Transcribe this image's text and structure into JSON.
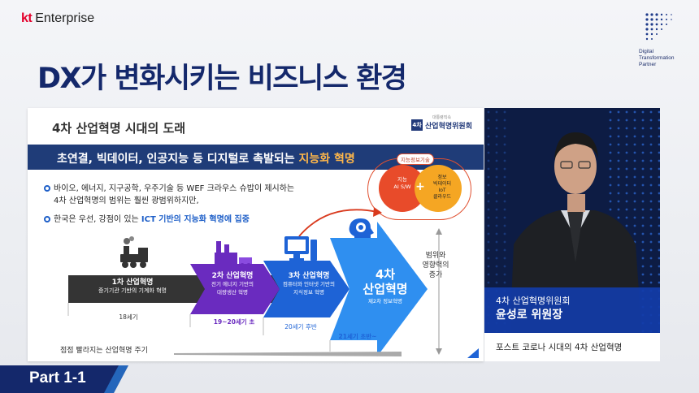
{
  "header": {
    "logo_kt": "kt",
    "logo_enterprise": "Enterprise",
    "brand_lines": [
      "Digital",
      "Transformation",
      "Partner"
    ],
    "title": "DX가 변화시키는 비즈니스 환경"
  },
  "slide": {
    "heading": "4차 산업혁명 시대의 도래",
    "org_badge": "4차",
    "org_sub": "대통령직속",
    "org_name": "산업혁명위원회",
    "banner_text": "초연결, 빅데이터, 인공지능 등 디지털로 촉발되는 ",
    "banner_highlight": "지능화 혁명",
    "bullets": [
      {
        "line1": "바이오, 에너지, 지구공학, 우주기술 등 WEF 크라우스 슈밥이 제시하는",
        "line2": "4차 산업혁명의 범위는 훨씬 광범위하지만,"
      },
      {
        "prefix": "한국은 우선, 강점이 있는 ",
        "highlight": "ICT 기반의 지능화 혁명에 집중"
      }
    ],
    "venn": {
      "title": "지능정보기술",
      "left_label": "지능",
      "left_sub": "AI S/W",
      "plus": "+",
      "right_label": "정보",
      "right_sub1": "빅데이터",
      "right_sub2": "IoT",
      "right_sub3": "클라우드"
    },
    "stages": [
      {
        "title": "1차 산업혁명",
        "desc": "증기기관 기반의 기계화 혁명",
        "era": "18세기"
      },
      {
        "title": "2차 산업혁명",
        "desc1": "전기 에너지 기반의",
        "desc2": "대량생산 혁명",
        "era": "19~20세기 초"
      },
      {
        "title": "3차 산업혁명",
        "desc1": "컴퓨터와 인터넷 기반의",
        "desc2": "지식정보 혁명",
        "era": "20세기 후반"
      },
      {
        "title1": "4차",
        "title2": "산업혁명",
        "desc": "제2차 정보혁명",
        "era": "21세기 초반~"
      }
    ],
    "scope_label": [
      "범위와",
      "영향력의",
      "증가"
    ],
    "cycle_label": "점점 빨라지는 산업혁명 주기"
  },
  "caption": {
    "org": "4차 산업혁명위원회",
    "name": "윤성로 위원장",
    "topic": "포스트 코로나 시대의 4차 산업혁명"
  },
  "part": {
    "label": "Part 1-1"
  },
  "colors": {
    "title": "#14286b",
    "banner": "#1f3c78",
    "highlight_orange": "#ffb74a",
    "chevron_purple": "#6a2bbf",
    "chevron_blue": "#1e63d6",
    "chevron_light": "#2f8ff0",
    "caption_blue": "#123ca8",
    "kt_red": "#e3002b"
  }
}
